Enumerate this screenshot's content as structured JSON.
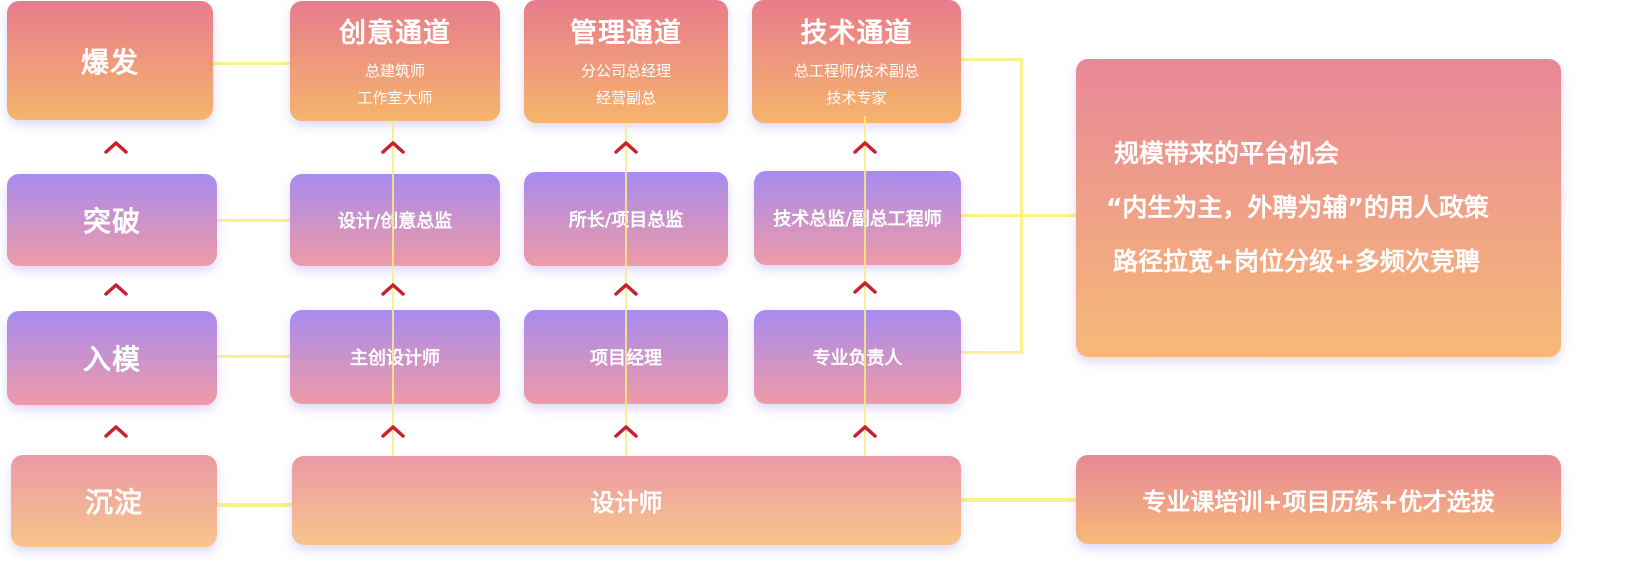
{
  "stages": [
    {
      "label": "爆发"
    },
    {
      "label": "突破"
    },
    {
      "label": "入模"
    },
    {
      "label": "沉淀"
    }
  ],
  "channels": [
    {
      "title": "创意通道",
      "subs": [
        "总建筑师",
        "工作室大师"
      ],
      "mid": "设计/创意总监",
      "low": "主创设计师"
    },
    {
      "title": "管理通道",
      "subs": [
        "分公司总经理",
        "经营副总"
      ],
      "mid": "所长/项目总监",
      "low": "项目经理"
    },
    {
      "title": "技术通道",
      "subs": [
        "总工程师/技术副总",
        "技术专家"
      ],
      "mid": "技术总监/副总工程师",
      "low": "专业负责人"
    }
  ],
  "base": {
    "label": "设计师"
  },
  "policy": {
    "lines": [
      "规模带来的平台机会",
      "“内生为主，外聘为辅”的用人政策",
      "路径拉宽+岗位分级+多频次竞聘"
    ]
  },
  "training": {
    "label": "专业课培训+项目历练+优才选拔"
  },
  "icons": {
    "arrow": "chevron-up-icon"
  },
  "colors": {
    "warm_top": "#e77c8c",
    "warm_bottom": "#f6b46c",
    "purple_top": "#a78bef",
    "purple_bottom": "#ef9aa6",
    "connector": "#fbf28a",
    "arrow": "#c8202f"
  }
}
